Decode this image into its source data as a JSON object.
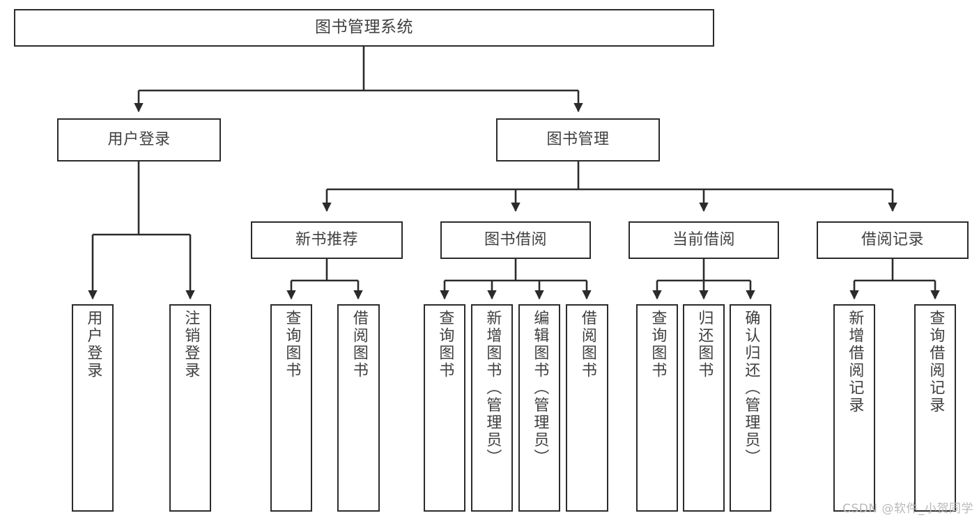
{
  "diagram": {
    "title": "图书管理系统",
    "type": "tree-hierarchy-diagram",
    "watermark": "CSDN @软件_小贺同学",
    "colors": {
      "background": "#ffffff",
      "box_border": "#2b2b2b",
      "box_fill": "#ffffff",
      "text": "#3f3f3f",
      "connector": "#2b2b2b",
      "watermark": "#b9b9b9"
    },
    "levels": {
      "level1": "系统",
      "level2": "模块",
      "level3": "子模块",
      "level4": "功能"
    }
  },
  "nodes": {
    "root": {
      "label": "图书管理系统"
    },
    "level2": [
      {
        "label": "用户登录"
      },
      {
        "label": "图书管理"
      }
    ],
    "level3": [
      {
        "label": "新书推荐"
      },
      {
        "label": "图书借阅"
      },
      {
        "label": "当前借阅"
      },
      {
        "label": "借阅记录"
      }
    ],
    "leaves_user_login": [
      {
        "label": "用户登录"
      },
      {
        "label": "注销登录"
      }
    ],
    "leaves_new_book": [
      {
        "label": "查询图书"
      },
      {
        "label": "借阅图书"
      }
    ],
    "leaves_borrow": [
      {
        "label": "查询图书"
      },
      {
        "label": "新增图书（管理员）"
      },
      {
        "label": "编辑图书（管理员）"
      },
      {
        "label": "借阅图书"
      }
    ],
    "leaves_current": [
      {
        "label": "查询图书"
      },
      {
        "label": "归还图书"
      },
      {
        "label": "确认归还（管理员）"
      }
    ],
    "leaves_records": [
      {
        "label": "新增借阅记录"
      },
      {
        "label": "查询借阅记录"
      }
    ]
  }
}
